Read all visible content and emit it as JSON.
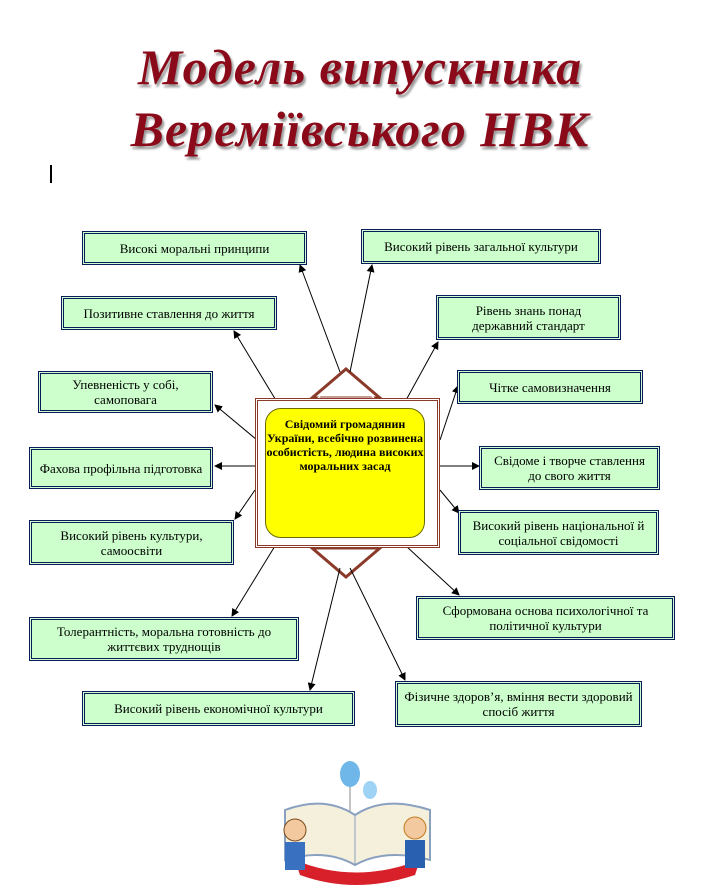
{
  "title": {
    "line1": "Модель випускника",
    "line2": "Вереміївського  НВК"
  },
  "center": "Свідомий громадянин України, всебічно розвинена особистість, людина високих моральних засад",
  "qualities": [
    "Високі моральні принципи",
    "Високий рівень загальної культури",
    "Позитивне ставлення до життя",
    "Рівень знань понад державний стандарт",
    "Упевненість у собі, самоповага",
    "Чітке самовизначення",
    "Фахова профільна підготовка",
    "Свідоме і творче ставлення до свого життя",
    "Високий рівень культури, самоосвіти",
    "Високий рівень національної й соціальної свідомості",
    "Толерантність,  моральна готовність до життєвих труднощів",
    "Сформована основа психологічної та політичної культури",
    "Високий рівень економічної культури",
    "Фізичне здоров’я, вміння вести здоровий спосіб життя"
  ],
  "colors": {
    "title": "#8b0a1a",
    "box_fill": "#ccffcc",
    "box_border": "#0a1a5a",
    "center_fill": "#ffff00",
    "frame": "#8b3a2a"
  }
}
